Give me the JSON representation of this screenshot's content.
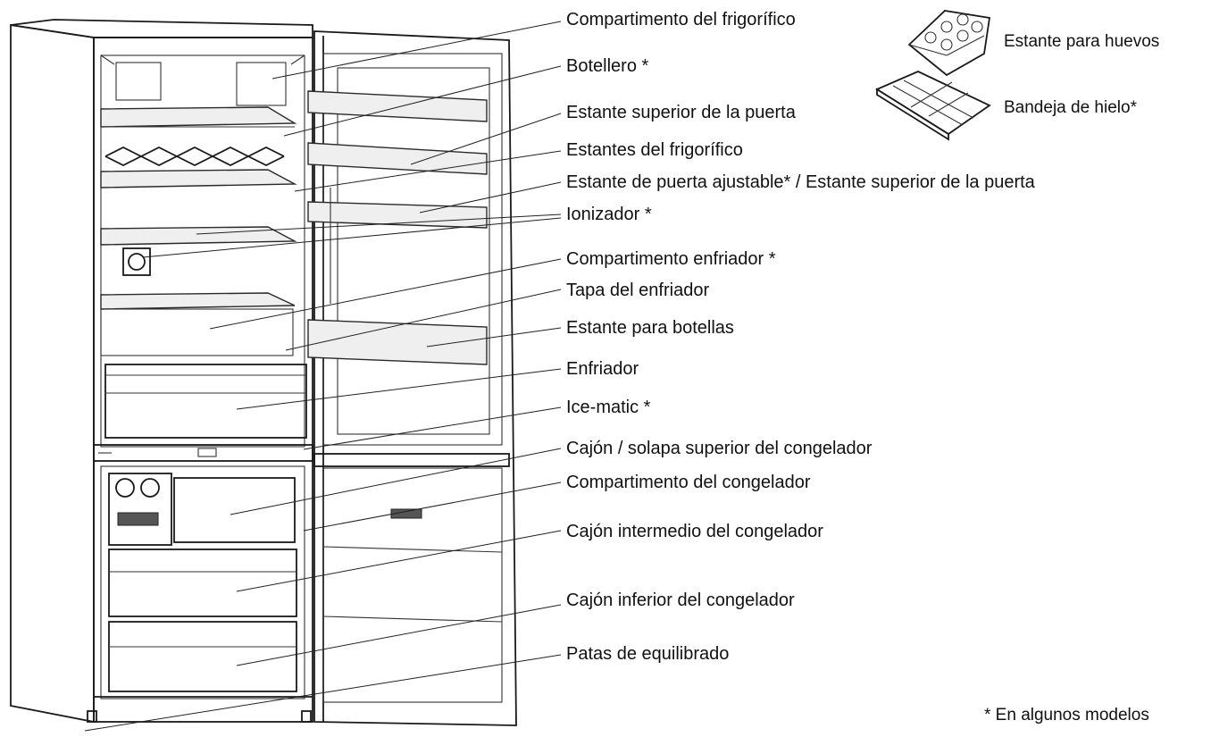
{
  "labels": [
    {
      "id": "compartimento-frigorifico",
      "text": "Compartimento del frigorífico"
    },
    {
      "id": "botellero",
      "text": "Botellero *"
    },
    {
      "id": "estante-superior-puerta",
      "text": "Estante superior de la puerta"
    },
    {
      "id": "estantes-frigorifico",
      "text": "Estantes del frigorífico"
    },
    {
      "id": "estante-puerta-ajustable",
      "text": "Estante de puerta ajustable* / Estante superior de la puerta"
    },
    {
      "id": "ionizador",
      "text": "Ionizador *"
    },
    {
      "id": "compartimento-enfriador",
      "text": "Compartimento enfriador *"
    },
    {
      "id": "tapa-enfriador",
      "text": "Tapa del enfriador"
    },
    {
      "id": "estante-botellas",
      "text": "Estante para botellas"
    },
    {
      "id": "enfriador",
      "text": "Enfriador"
    },
    {
      "id": "ice-matic",
      "text": "Ice-matic *"
    },
    {
      "id": "cajon-solapa-superior-congelador",
      "text": "Cajón / solapa superior del congelador"
    },
    {
      "id": "compartimento-congelador",
      "text": "Compartimento del congelador"
    },
    {
      "id": "cajon-intermedio-congelador",
      "text": "Cajón intermedio del congelador"
    },
    {
      "id": "cajon-inferior-congelador",
      "text": "Cajón inferior del congelador"
    },
    {
      "id": "patas-equilibrado",
      "text": "Patas de equilibrado"
    }
  ],
  "accessories": {
    "egg_shelf": "Estante para huevos",
    "ice_tray": "Bandeja de hielo*"
  },
  "footnote": "* En algunos modelos"
}
